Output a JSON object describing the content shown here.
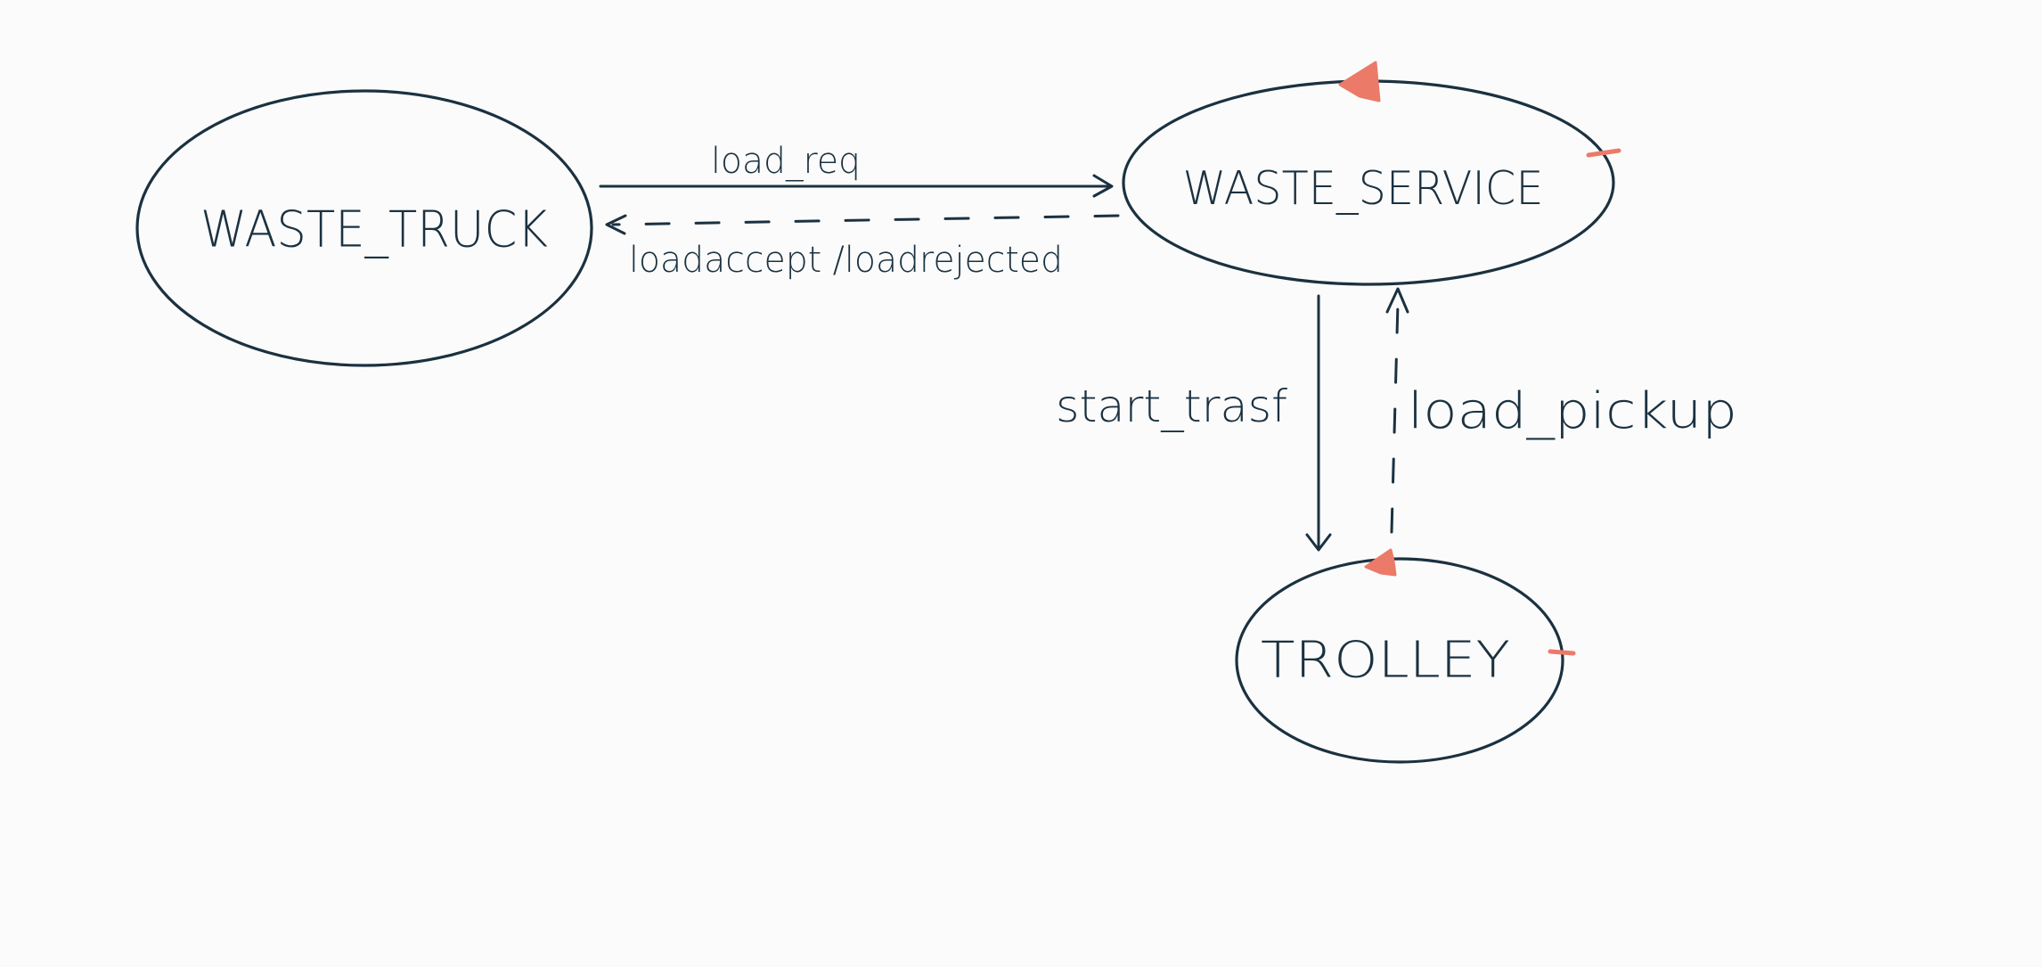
{
  "nodes": {
    "waste_truck": {
      "label": "WASTE_TRUCK"
    },
    "waste_service": {
      "label": "WASTE_SERVICE"
    },
    "trolley": {
      "label": "TROLLEY"
    }
  },
  "edges": {
    "load_req": {
      "label": "load_req"
    },
    "load_reply": {
      "label": "loadaccept /loadrejected"
    },
    "start_trasf": {
      "label": "start_trasf"
    },
    "load_pickup": {
      "label": "load_pickup"
    }
  },
  "colors": {
    "stroke": "#1b3140",
    "accent": "#ec7a68",
    "background": "#fbfbfb"
  }
}
